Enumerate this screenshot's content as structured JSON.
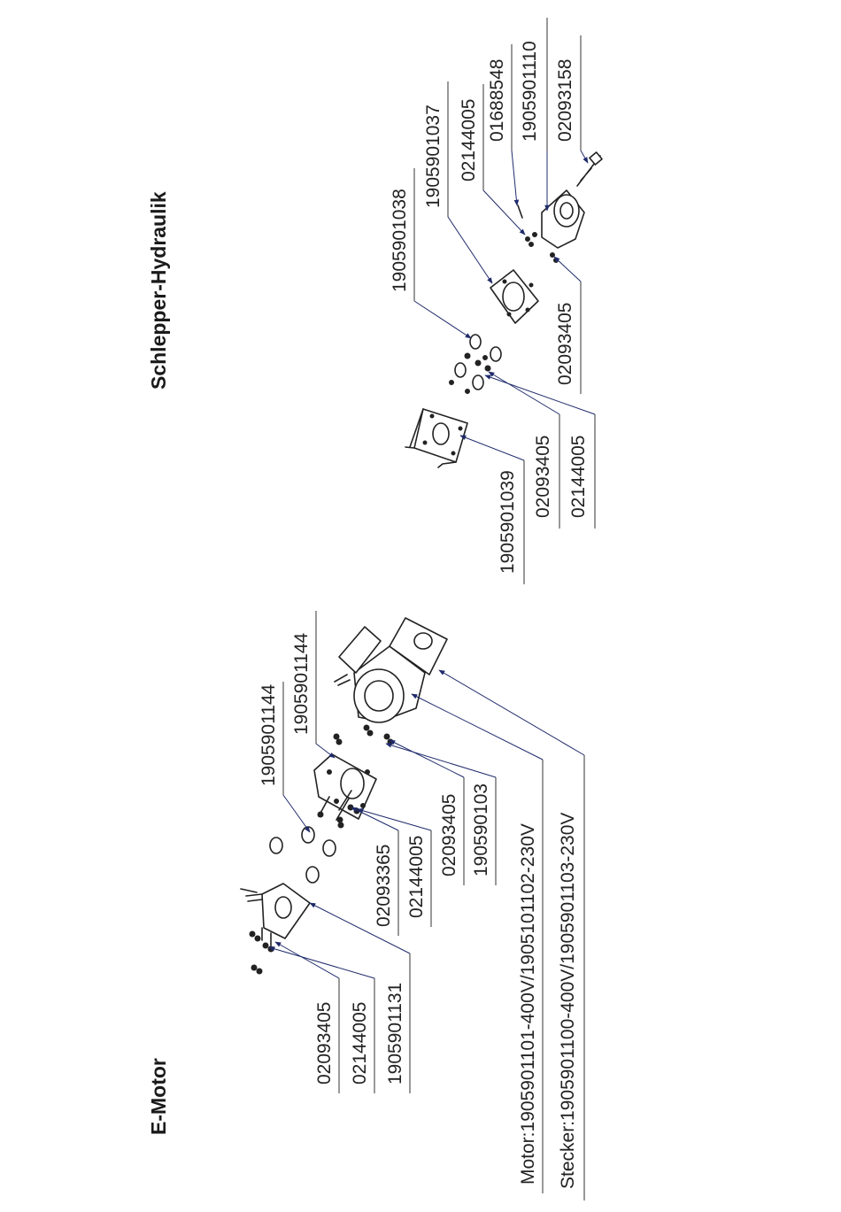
{
  "sections": {
    "emotor": {
      "title": "E-Motor",
      "labels": {
        "washer_a": "02093405",
        "nut_a": "02144005",
        "bracket": "1905901131",
        "bolt": "02093365",
        "nut_b": "02144005",
        "washer_b": "02093405",
        "damper": "190590103",
        "flange": "1905901144",
        "motor": "Motor:1905901101-400V/1905101102-230V",
        "plug": "Stecker:1905901100-400V/1905901103-230V"
      }
    },
    "hydraulik": {
      "title": "Schlepper-Hydraulik",
      "labels": {
        "bracket": "1905901039",
        "washer_a": "02093405",
        "nut_a": "02144005",
        "damper": "1905901038",
        "plate": "1905901037",
        "nut_b": "02144005",
        "pin": "01688548",
        "pump": "1905901110",
        "screw": "02093158",
        "washer_b": "02093405"
      }
    }
  },
  "colors": {
    "leader": "#1f2a6b",
    "text": "#222222"
  }
}
